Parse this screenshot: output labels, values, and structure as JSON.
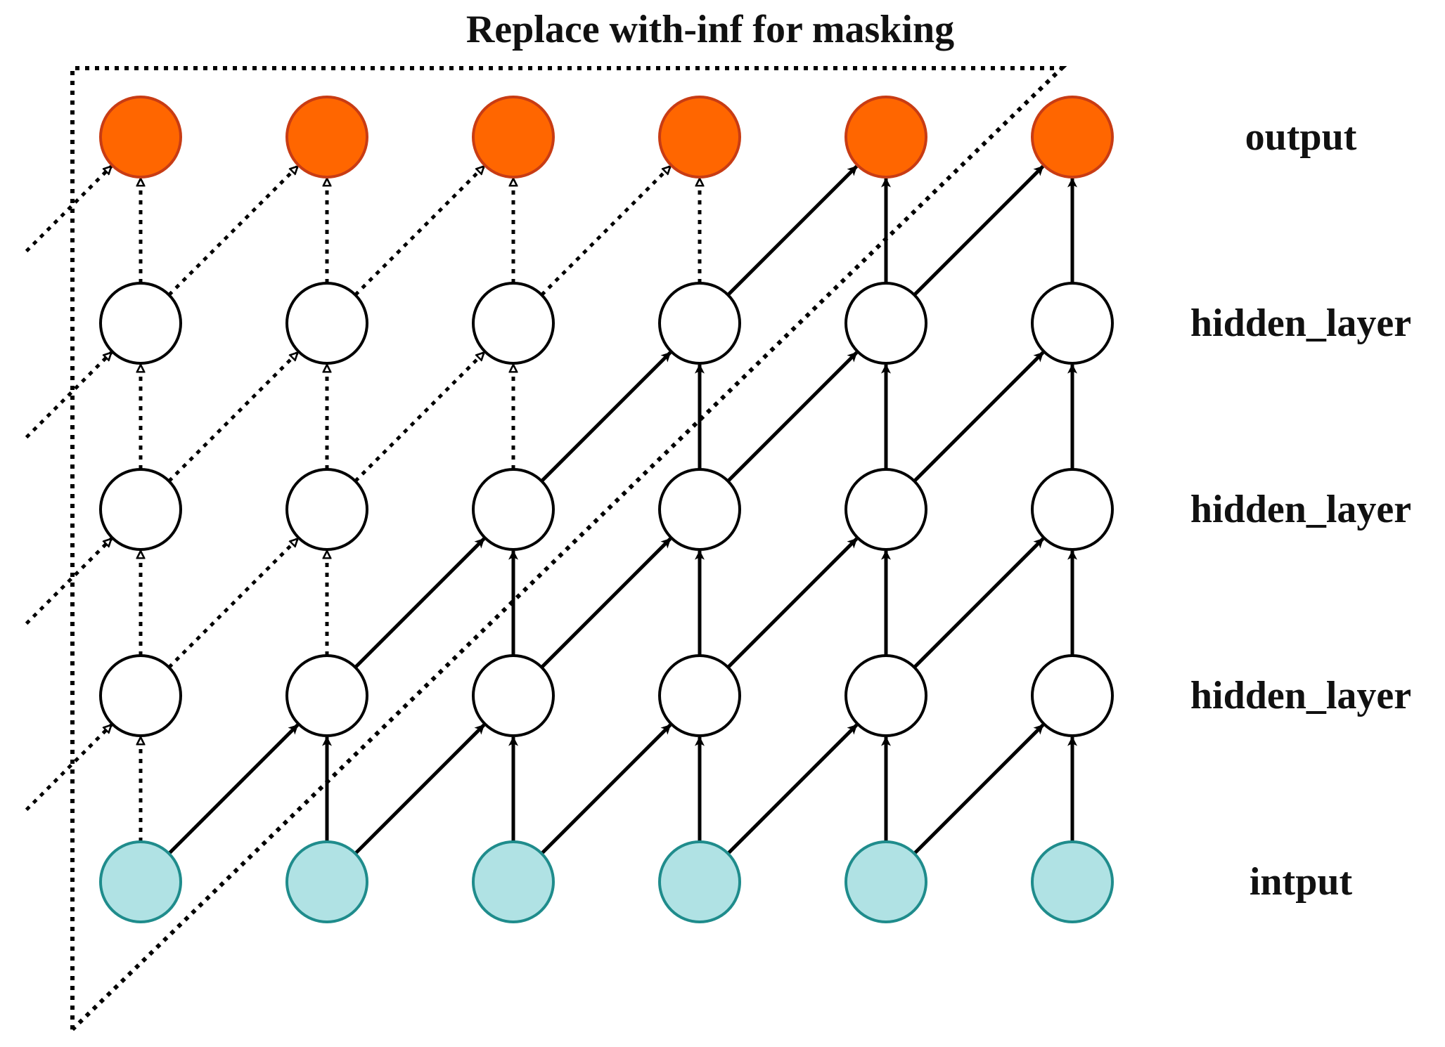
{
  "title": "Replace with-inf for masking",
  "row_labels": [
    "output",
    "hidden_layer",
    "hidden_layer",
    "hidden_layer",
    "intput"
  ],
  "grid": {
    "columns": 6,
    "rows": 5
  },
  "colors": {
    "output_fill": "#FF6600",
    "output_stroke": "#C83C14",
    "input_fill": "#B0E2E4",
    "input_stroke": "#1F8C8C",
    "hidden_fill": "#FFFFFF",
    "hidden_stroke": "#000000",
    "line": "#000000"
  },
  "legend": {
    "masked_connection": "dashed line with hollow arrowhead",
    "active_connection": "solid line with filled arrowhead"
  }
}
